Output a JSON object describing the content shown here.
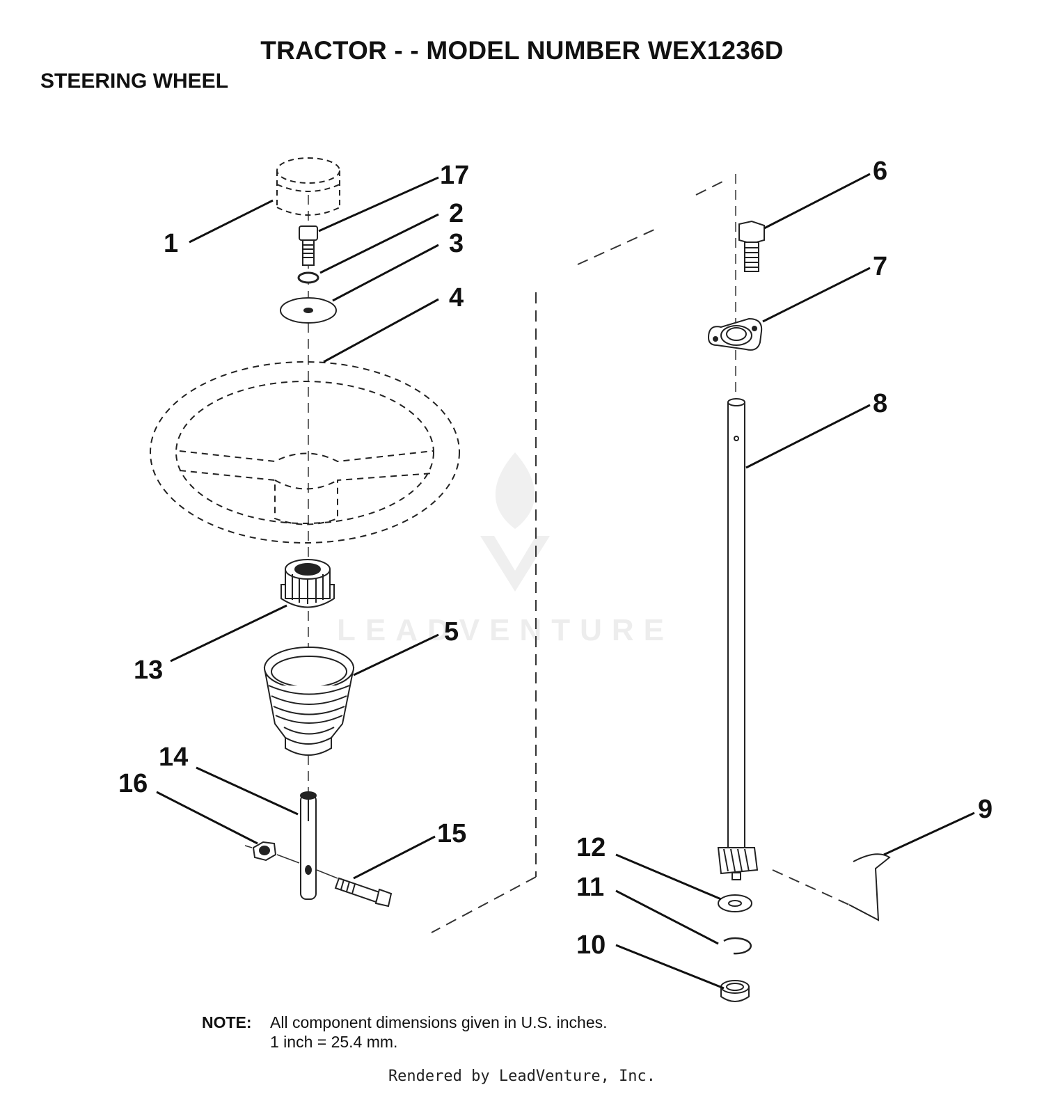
{
  "header": {
    "title": "TRACTOR - - MODEL NUMBER WEX1236D",
    "section": "STEERING WHEEL"
  },
  "callouts": [
    "1",
    "2",
    "3",
    "4",
    "5",
    "6",
    "7",
    "8",
    "9",
    "10",
    "11",
    "12",
    "13",
    "14",
    "15",
    "16",
    "17"
  ],
  "watermark": "LEADVENTURE",
  "note": {
    "label": "NOTE:",
    "line1": "All component dimensions given in U.S. inches.",
    "line2": "1 inch = 25.4 mm."
  },
  "footer": {
    "rendered_by": "Rendered by LeadVenture, Inc."
  }
}
